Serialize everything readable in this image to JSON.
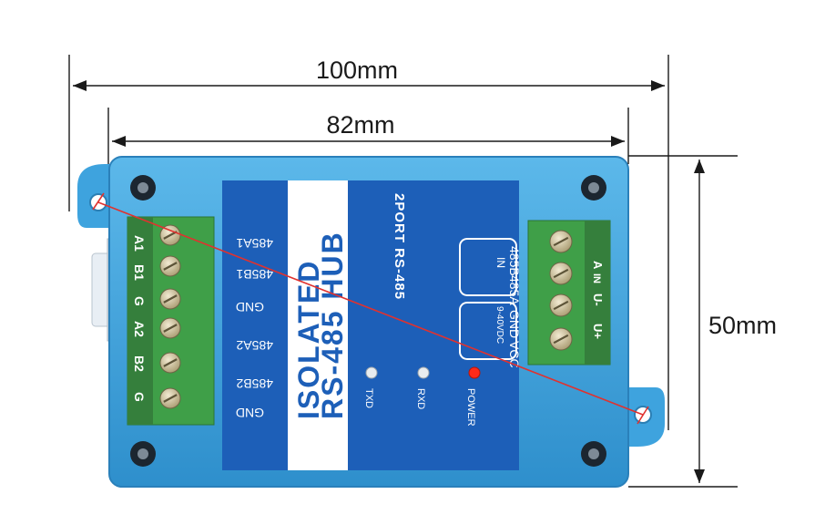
{
  "dimensions": {
    "outer_width": "100mm",
    "inner_width": "82mm",
    "height": "50mm"
  },
  "label": {
    "title_line1": "ISOLATED",
    "title_line2": "RS-485 HUB",
    "subtitle": "2PORT RS-485",
    "left_port_labels": [
      "485A1",
      "485B1",
      "GND",
      "485A2",
      "485B2",
      "GND"
    ],
    "input_labels": [
      "485B",
      "IN",
      "485A",
      "GND",
      "9-40VDC",
      "VCC"
    ],
    "leds": [
      "TXD",
      "RXD",
      "POWER"
    ]
  },
  "terminal_silk": {
    "left": [
      "A1",
      "B1",
      "G",
      "A2",
      "B2",
      "G"
    ],
    "right": [
      "A",
      "IN",
      "U-",
      "U+"
    ]
  },
  "colors": {
    "case": "#3ea3de",
    "label_blue": "#1d5fb8",
    "terminal_green": "#3f9f48",
    "screw": "#d8ccaa",
    "power_led": "#ff2a1a",
    "diagonal_line": "#e0322f"
  }
}
